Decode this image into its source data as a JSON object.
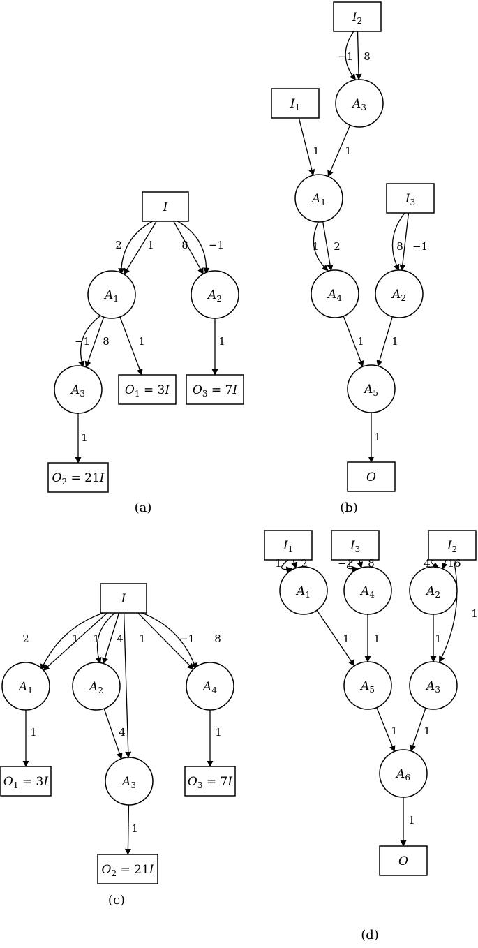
{
  "panels": {
    "a": {
      "caption": "(a)",
      "nodes": {
        "I": {
          "base": "I",
          "sub": ""
        },
        "A1": {
          "base": "A",
          "sub": "1"
        },
        "A2": {
          "base": "A",
          "sub": "2"
        },
        "A3": {
          "base": "A",
          "sub": "3"
        },
        "O1": {
          "base": "O",
          "sub": "1",
          "tail": " = 3I"
        },
        "O3": {
          "base": "O",
          "sub": "3",
          "tail": " = 7I"
        },
        "O2": {
          "base": "O",
          "sub": "2",
          "tail": " = 21I"
        }
      },
      "weights": [
        "2",
        "1",
        "8",
        "−1",
        "−1",
        "8",
        "1",
        "1",
        "1"
      ]
    },
    "b": {
      "caption": "(b)",
      "nodes": {
        "I2": {
          "base": "I",
          "sub": "2"
        },
        "A3": {
          "base": "A",
          "sub": "3"
        },
        "I1": {
          "base": "I",
          "sub": "1"
        },
        "A1": {
          "base": "A",
          "sub": "1"
        },
        "I3": {
          "base": "I",
          "sub": "3"
        },
        "A4": {
          "base": "A",
          "sub": "4"
        },
        "A2": {
          "base": "A",
          "sub": "2"
        },
        "A5": {
          "base": "A",
          "sub": "5"
        },
        "O": {
          "base": "O",
          "sub": ""
        }
      },
      "weights": [
        "−1",
        "8",
        "1",
        "1",
        "1",
        "2",
        "8",
        "−1",
        "1",
        "1",
        "1"
      ]
    },
    "c": {
      "caption": "(c)",
      "nodes": {
        "I": {
          "base": "I",
          "sub": ""
        },
        "A1": {
          "base": "A",
          "sub": "1"
        },
        "A2": {
          "base": "A",
          "sub": "2"
        },
        "A4": {
          "base": "A",
          "sub": "4"
        },
        "A3": {
          "base": "A",
          "sub": "3"
        },
        "O1": {
          "base": "O",
          "sub": "1",
          "tail": " = 3I"
        },
        "O3": {
          "base": "O",
          "sub": "3",
          "tail": " = 7I"
        },
        "O2": {
          "base": "O",
          "sub": "2",
          "tail": " = 21I"
        }
      },
      "weights": [
        "2",
        "1",
        "1",
        "4",
        "1",
        "−1",
        "8",
        "1",
        "4",
        "1",
        "1"
      ]
    },
    "d": {
      "caption": "(d)",
      "nodes": {
        "I1": {
          "base": "I",
          "sub": "1"
        },
        "I3": {
          "base": "I",
          "sub": "3"
        },
        "I2": {
          "base": "I",
          "sub": "2"
        },
        "A1": {
          "base": "A",
          "sub": "1"
        },
        "A4": {
          "base": "A",
          "sub": "4"
        },
        "A2": {
          "base": "A",
          "sub": "2"
        },
        "A5": {
          "base": "A",
          "sub": "5"
        },
        "A3": {
          "base": "A",
          "sub": "3"
        },
        "A6": {
          "base": "A",
          "sub": "6"
        },
        "O": {
          "base": "O",
          "sub": ""
        }
      },
      "weights": [
        "1",
        "2",
        "−1",
        "8",
        "4",
        "16",
        "1",
        "1",
        "1",
        "1",
        "1",
        "1",
        "1"
      ]
    }
  }
}
